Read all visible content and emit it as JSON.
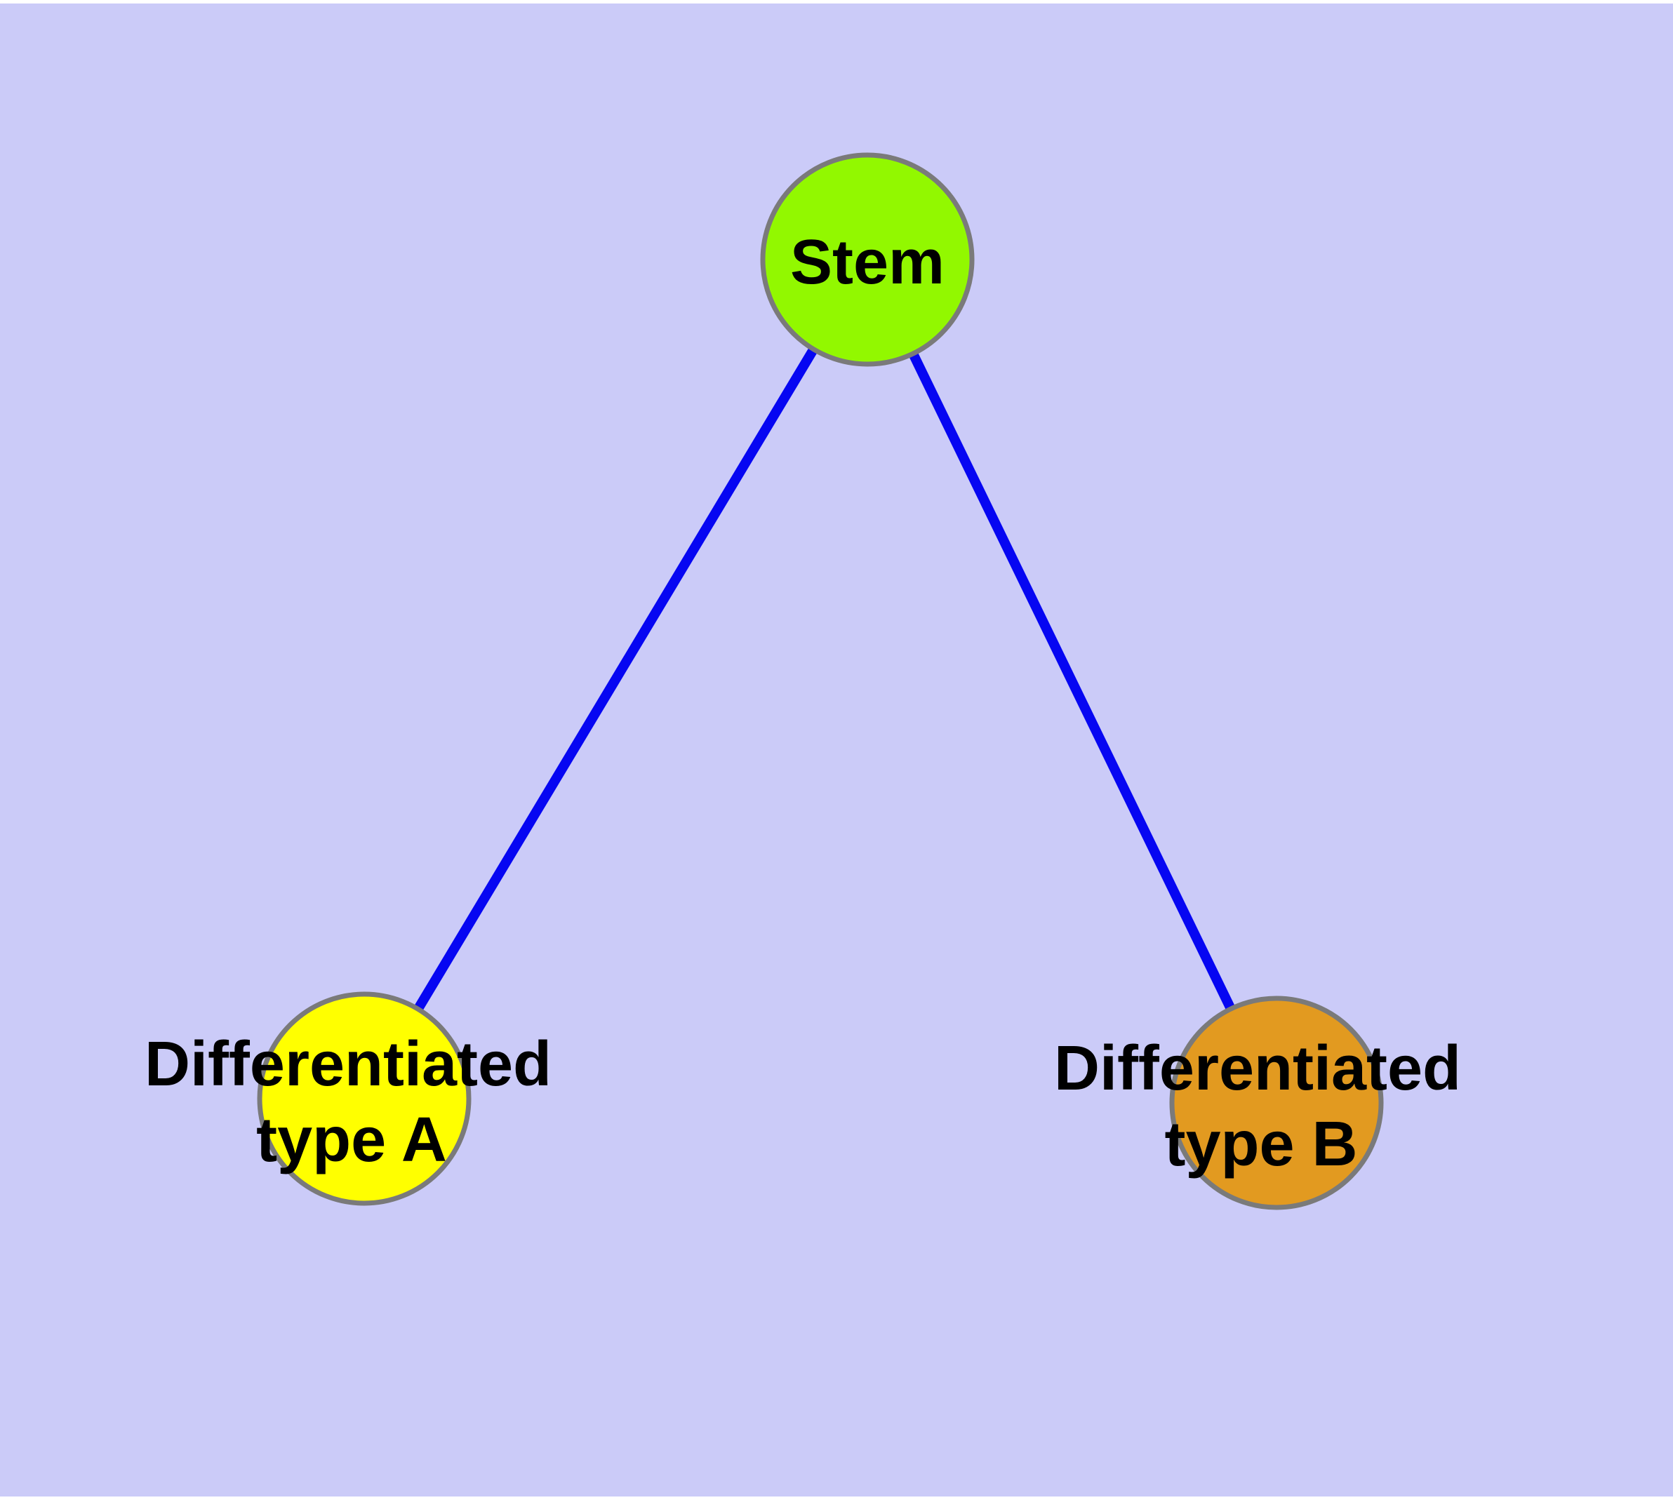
{
  "canvas": {
    "margin_color": "#FFFFFF",
    "background_color": "#CBCBF8"
  },
  "edges": {
    "color": "#0606F2",
    "items": [
      {
        "from": "Stem",
        "to": "Differentiated type A"
      },
      {
        "from": "Stem",
        "to": "Differentiated type B"
      }
    ]
  },
  "nodes": {
    "border_color": "#7A7A7A",
    "label_color": "#000000",
    "stem": {
      "label": "Stem",
      "fill": "#92F800"
    },
    "type_a": {
      "label_line1": "Differentiated",
      "label_line2": "type A",
      "fill": "#FFFF00"
    },
    "type_b": {
      "label_line1": "Differentiated",
      "label_line2": "type B",
      "fill": "#E29A20"
    }
  }
}
